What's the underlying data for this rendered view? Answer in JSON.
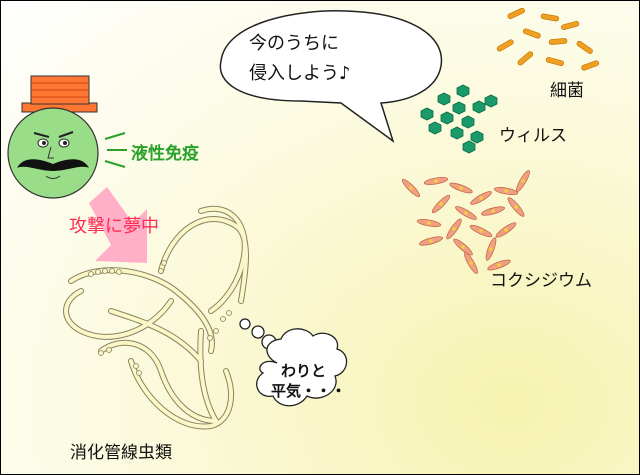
{
  "speech_bubble": {
    "line1": "今のうちに",
    "line2": "侵入しよう♪"
  },
  "labels": {
    "bacteria": "細菌",
    "virus": "ウィルス",
    "coccidium": "コクシジウム",
    "immunity": "液性免疫",
    "attack": "攻撃に夢中",
    "nematode": "消化管線虫類"
  },
  "thought_bubble": {
    "line1": "わりと",
    "line2": "平気・・・"
  },
  "colors": {
    "bacteria": "#f0a020",
    "virus": "#1a9a6a",
    "coccidium": "#f0a080",
    "immune_face": "#99dd88",
    "hat": "#ff7733",
    "immunity_text": "#2aa12a",
    "attack_text": "#ff2a55",
    "arrow": "#ffb0c8",
    "nematode": "#fbf7c8"
  }
}
